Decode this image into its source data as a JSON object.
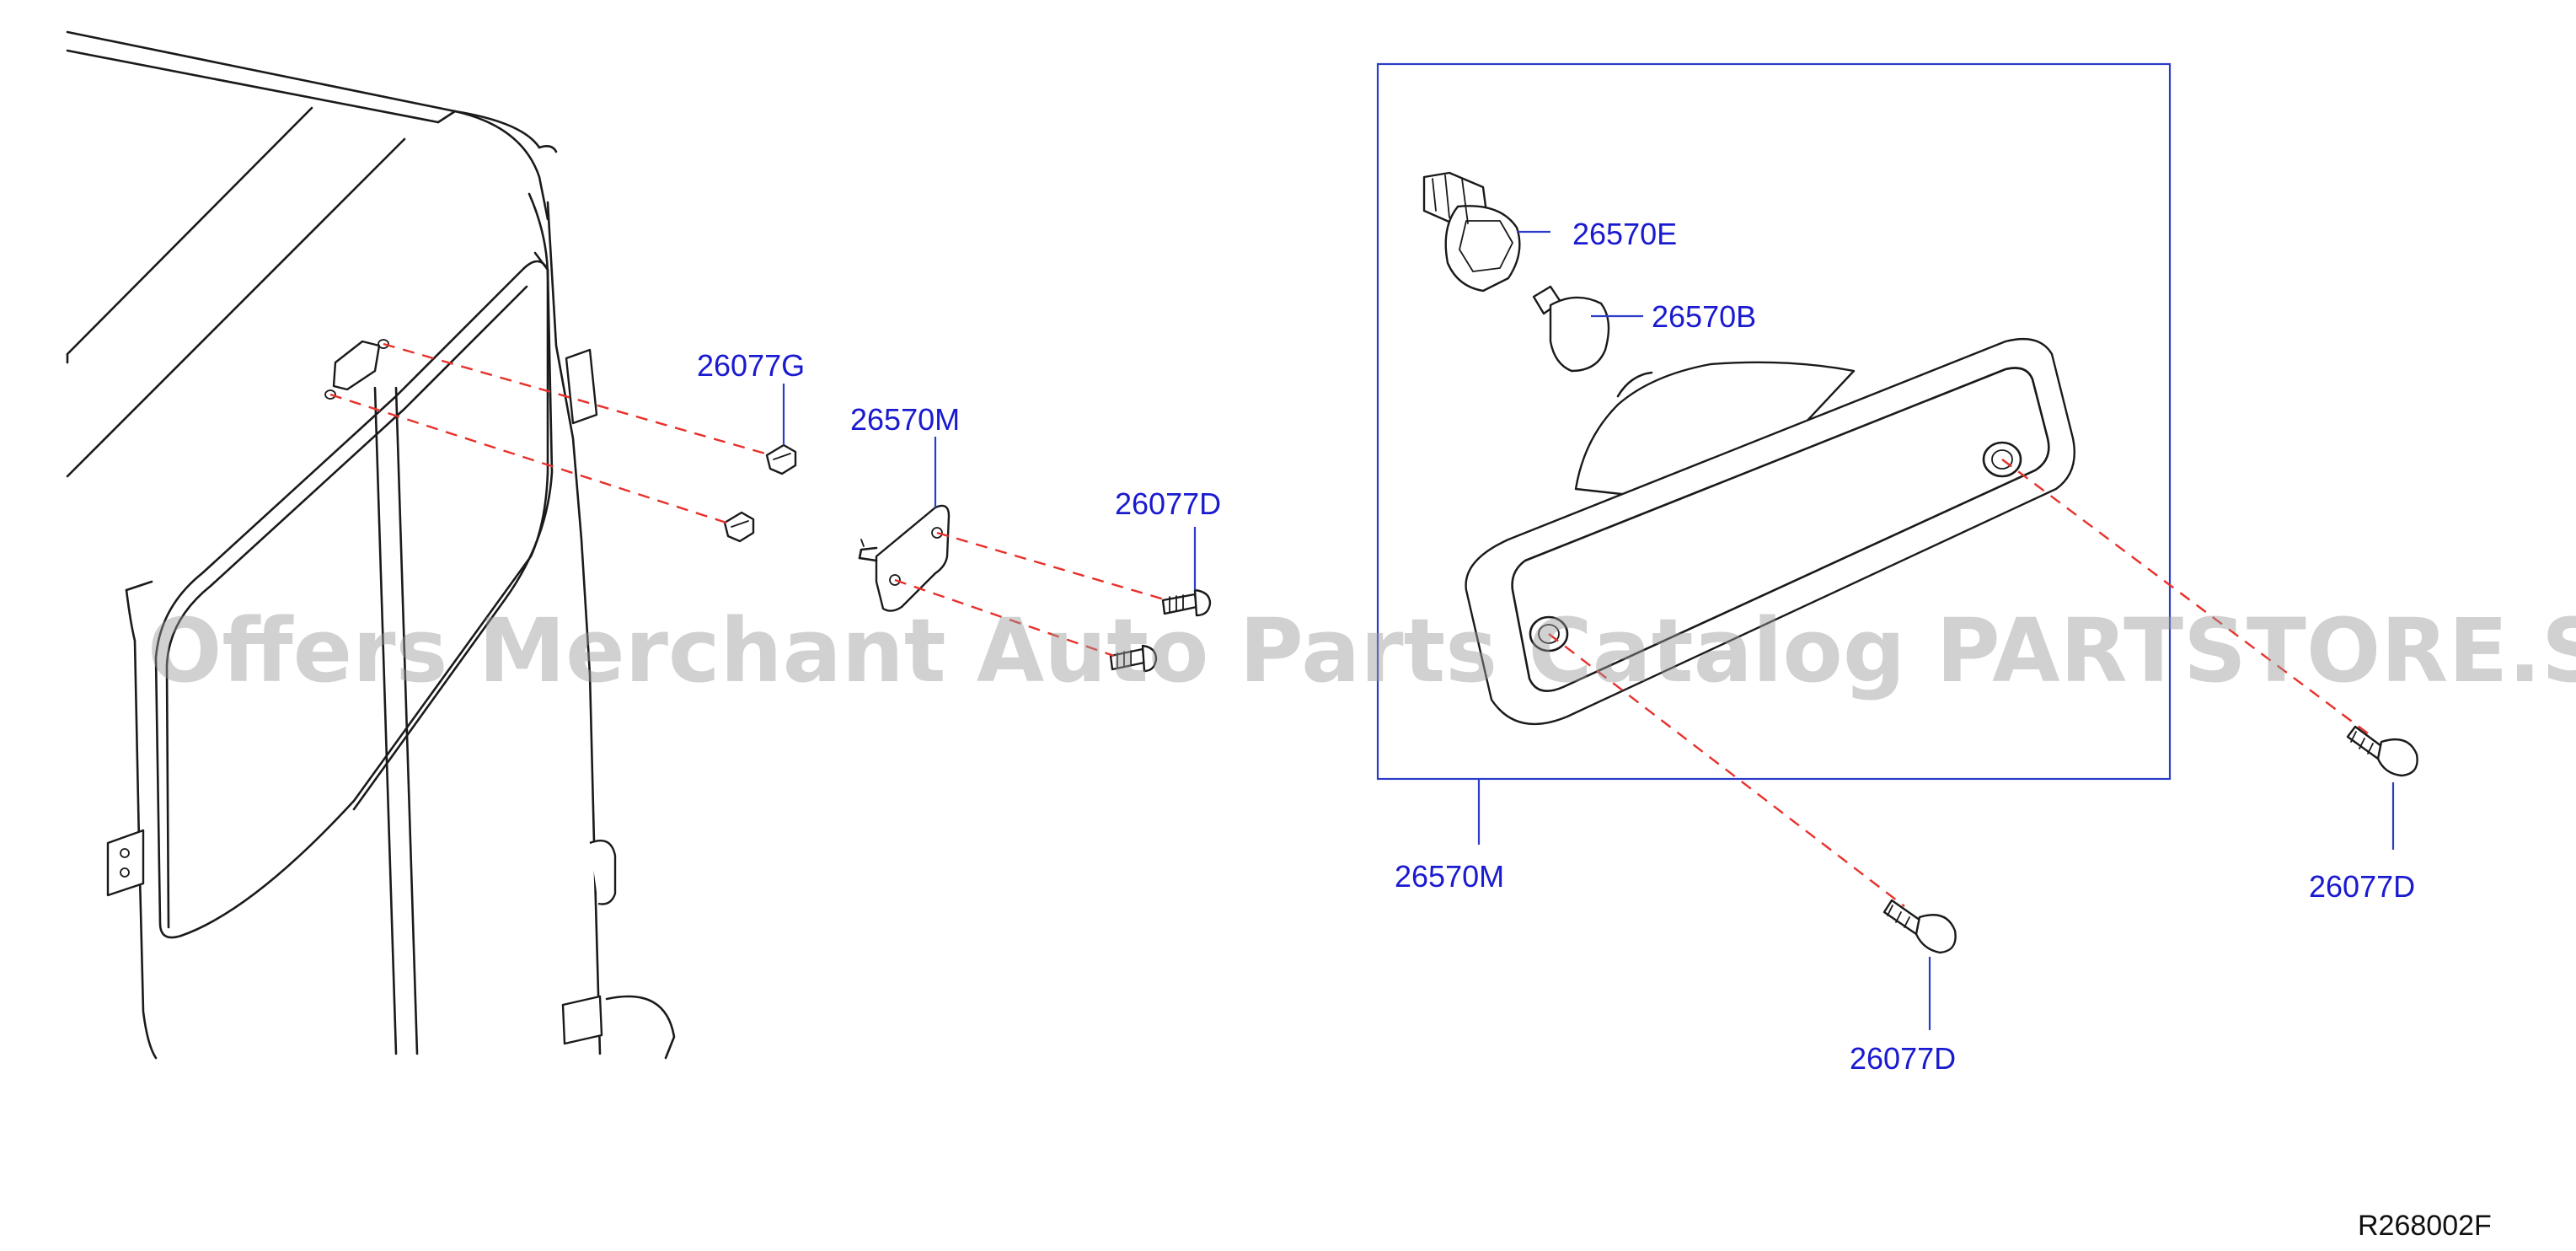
{
  "callouts": {
    "fastener_g": "26077G",
    "lamp_left": "26570M",
    "screw_left": "26077D",
    "socket": "26570E",
    "bulb": "26570B",
    "lamp_assembly": "26570M",
    "screw_bottom": "26077D",
    "screw_right": "26077D"
  },
  "watermark": "Offers Merchant Auto Parts Catalog PARTSTORE.SA",
  "reference_code": "R268002F",
  "colors": {
    "callout_text": "#1a1ad0",
    "leader": "#2a3cc8",
    "dashed_guide": "#e8302a",
    "line_art": "#1a1a1a"
  }
}
